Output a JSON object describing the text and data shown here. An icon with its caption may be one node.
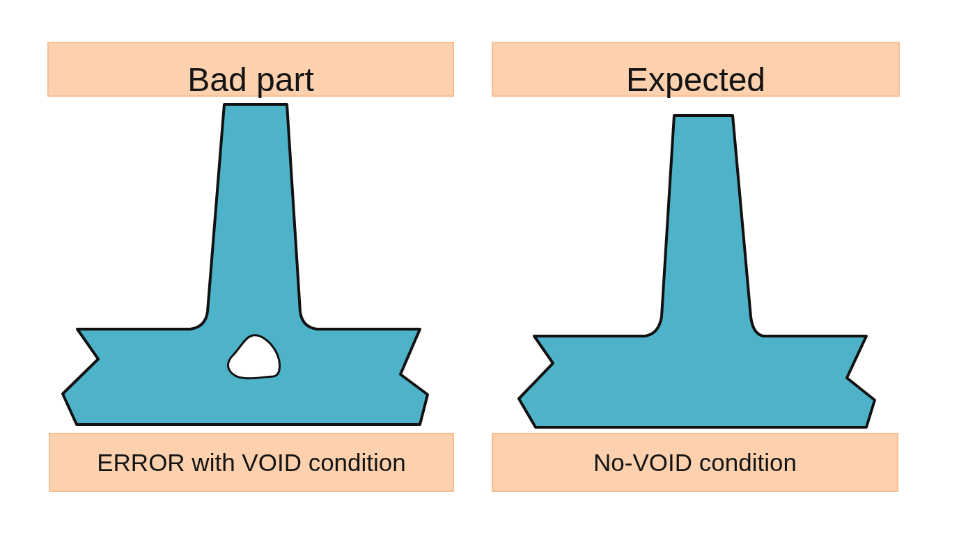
{
  "diagram": {
    "nodes": [
      {
        "text": [
          "Bad part"
        ]
      },
      {
        "text": [
          "Expected"
        ]
      },
      {
        "text": [
          "ERROR with VOID condition"
        ]
      },
      {
        "text": [
          "No-VOID condition"
        ]
      }
    ]
  }
}
